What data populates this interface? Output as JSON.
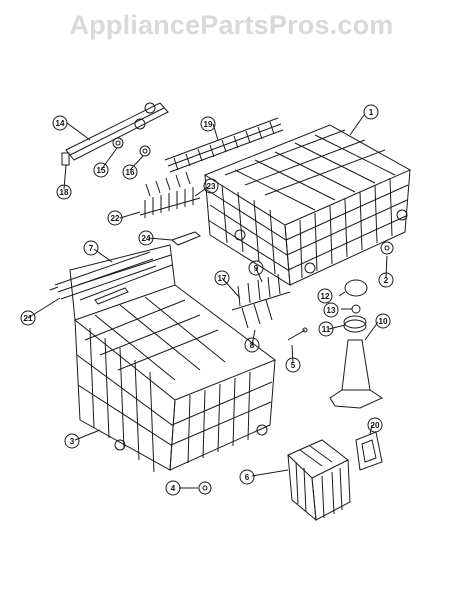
{
  "watermark": "AppliancePartsPros.com",
  "callouts": [
    "14",
    "19",
    "1",
    "18",
    "15",
    "16",
    "23",
    "22",
    "24",
    "7",
    "2",
    "9",
    "17",
    "12",
    "13",
    "21",
    "11",
    "10",
    "8",
    "5",
    "20",
    "3",
    "6",
    "4"
  ],
  "colors": {
    "line": "#1a1a1a",
    "watermark": "#d9d9d9",
    "background": "#ffffff"
  }
}
